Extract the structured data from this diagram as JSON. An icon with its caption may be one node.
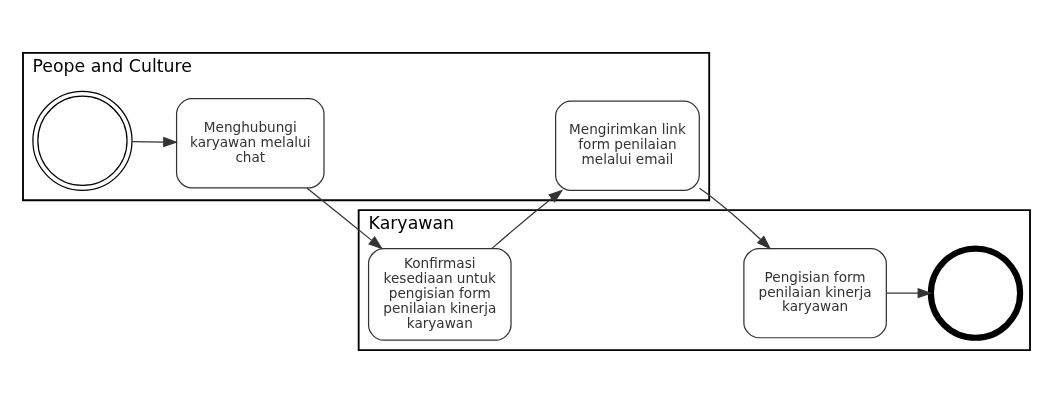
{
  "diagram": {
    "nodes": [
      {
        "text": [
          "Peope and Culture"
        ]
      },
      {
        "text": [],
        "shape": "circle",
        "in": 0
      },
      {
        "text": [
          "Menghubungi karyawan melalui chat"
        ],
        "in": 0
      },
      {
        "text": [
          "Mengirimkan link form penilaian melalui email"
        ],
        "in": 0
      },
      {
        "text": [
          "Karyawan"
        ]
      },
      {
        "text": [
          "Konfirmasi kesediaan untuk pengisian form penilaian kinerja karyawan"
        ],
        "in": 4
      },
      {
        "text": [
          "Pengisian form penilaian kinerja karyawan"
        ],
        "in": 4
      },
      {
        "text": [],
        "shape": "circle",
        "in": 4
      }
    ],
    "edges": [
      {
        "from": 1,
        "to": 2,
        "arrow": "to"
      },
      {
        "from": 2,
        "to": 5,
        "arrow": "to"
      },
      {
        "from": 5,
        "to": 3,
        "arrow": "to"
      },
      {
        "from": 3,
        "to": 6,
        "arrow": "to"
      },
      {
        "from": 6,
        "to": 7,
        "arrow": "to"
      }
    ]
  }
}
